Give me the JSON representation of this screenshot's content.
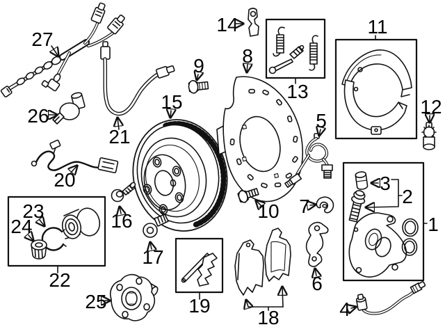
{
  "labels": {
    "n1": "1",
    "n2": "2",
    "n3": "3",
    "n4": "4",
    "n5": "5",
    "n6": "6",
    "n7": "7",
    "n8": "8",
    "n9": "9",
    "n10": "10",
    "n11": "11",
    "n12": "12",
    "n13": "13",
    "n14": "14",
    "n15": "15",
    "n16": "16",
    "n17": "17",
    "n18": "18",
    "n19": "19",
    "n20": "20",
    "n21": "21",
    "n22": "22",
    "n23": "23",
    "n24": "24",
    "n25": "25",
    "n26": "26",
    "n27": "27"
  },
  "colors": {
    "line": "#111111",
    "background": "#ffffff"
  }
}
